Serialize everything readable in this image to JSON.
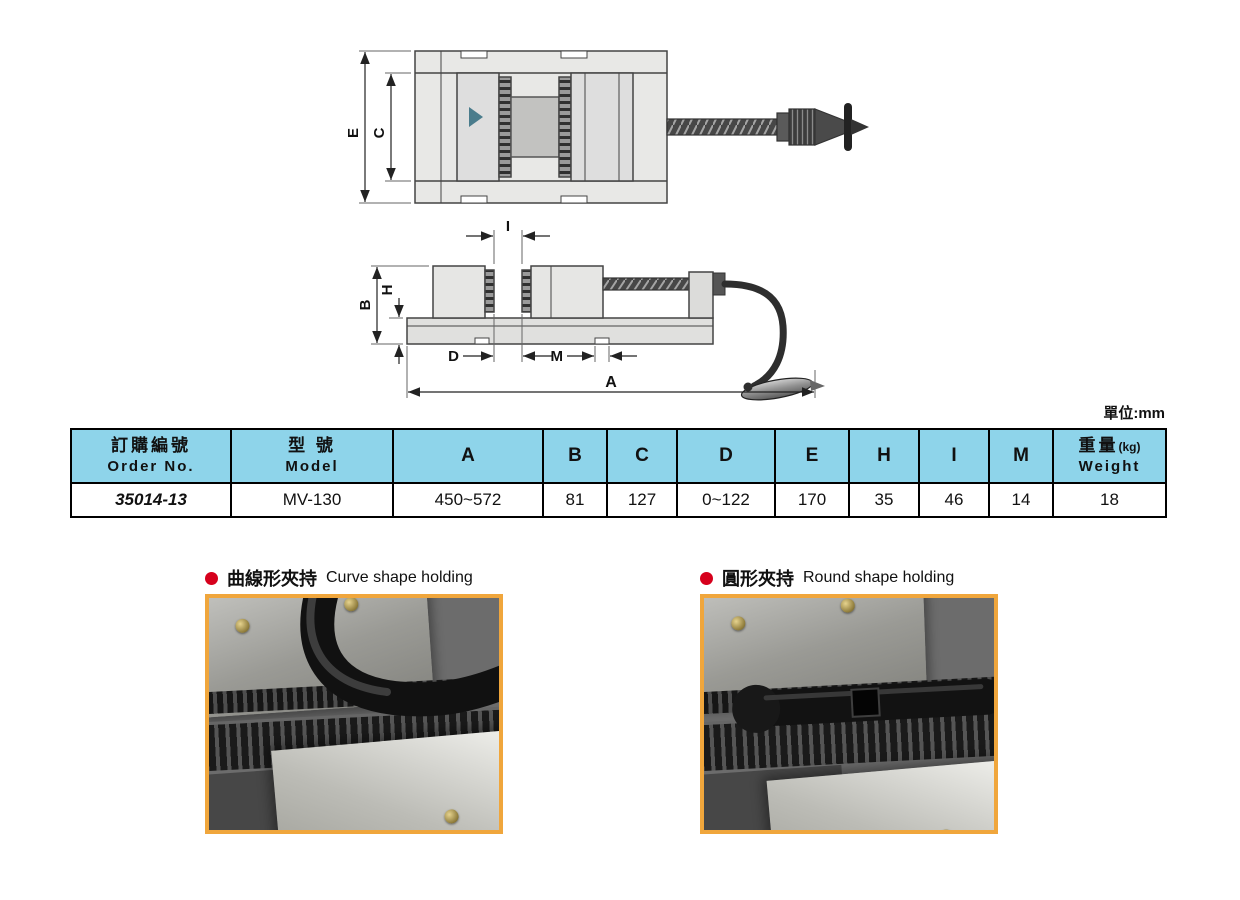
{
  "unit_label": "單位:mm",
  "drawing": {
    "top_view": {
      "dim_e": "E",
      "dim_c": "C"
    },
    "side_view": {
      "dim_b": "B",
      "dim_h": "H",
      "dim_i": "I",
      "dim_d": "D",
      "dim_m": "M",
      "dim_a": "A"
    }
  },
  "table": {
    "headers": {
      "order_no_zh": "訂購編號",
      "order_no_en": "Order No.",
      "model_zh": "型 號",
      "model_en": "Model",
      "a": "A",
      "b": "B",
      "c": "C",
      "d": "D",
      "e": "E",
      "h": "H",
      "i": "I",
      "m": "M",
      "weight_zh": "重量",
      "weight_unit": "(kg)",
      "weight_en": "Weight"
    },
    "row": {
      "order_no": "35014-13",
      "model": "MV-130",
      "a": "450~572",
      "b": "81",
      "c": "127",
      "d": "0~122",
      "e": "170",
      "h": "35",
      "i": "46",
      "m": "14",
      "weight": "18"
    }
  },
  "photos": {
    "curve": {
      "caption_zh": "曲線形夾持",
      "caption_en": "Curve shape holding"
    },
    "round": {
      "caption_zh": "圓形夾持",
      "caption_en": "Round shape holding"
    }
  },
  "colors": {
    "table_header_bg": "#8ed4ea",
    "photo_border": "#f0a63c",
    "bullet_red": "#d6001c"
  }
}
